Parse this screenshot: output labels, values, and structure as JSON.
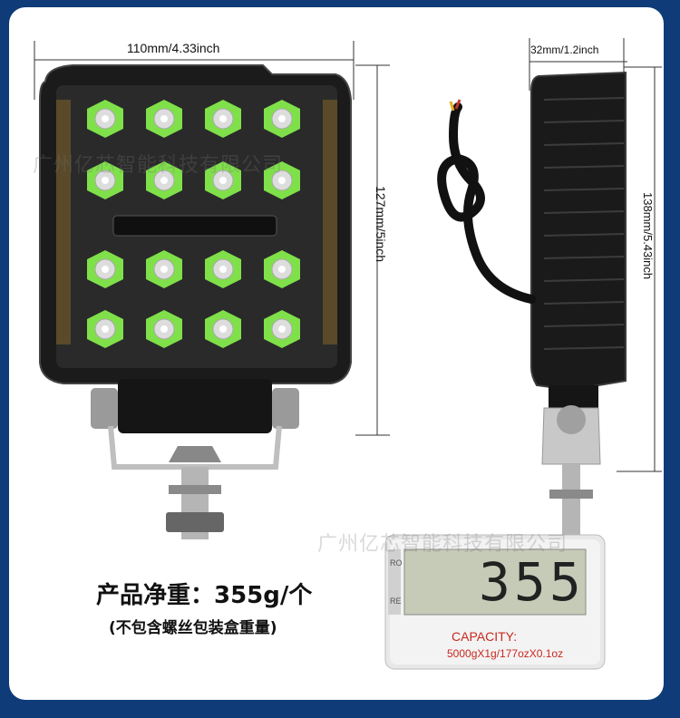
{
  "dimensions": {
    "width_label": "110mm/4.33inch",
    "height_label": "127mm/5inch",
    "depth_label": "32mm/1.2inch",
    "side_height_label": "138mm/5.43inch"
  },
  "watermarks": {
    "top": "广州亿芯智能科技有限公司",
    "bottom": "广州亿芯智能科技有限公司"
  },
  "weight": {
    "title": "产品净重：355g/个",
    "note": "(不包含螺丝包装盒重量)"
  },
  "scale": {
    "reading": "355",
    "capacity_title": "CAPACITY:",
    "capacity_spec": "5000gX1g/177ozX0.1oz",
    "side_mark_top": "RO",
    "side_mark_bottom": "RE"
  },
  "colors": {
    "background": "#0f3c78",
    "card": "#ffffff",
    "led_green": "#7fe04a",
    "housing": "#1b1b1b",
    "capacity_red": "#c8281e"
  }
}
